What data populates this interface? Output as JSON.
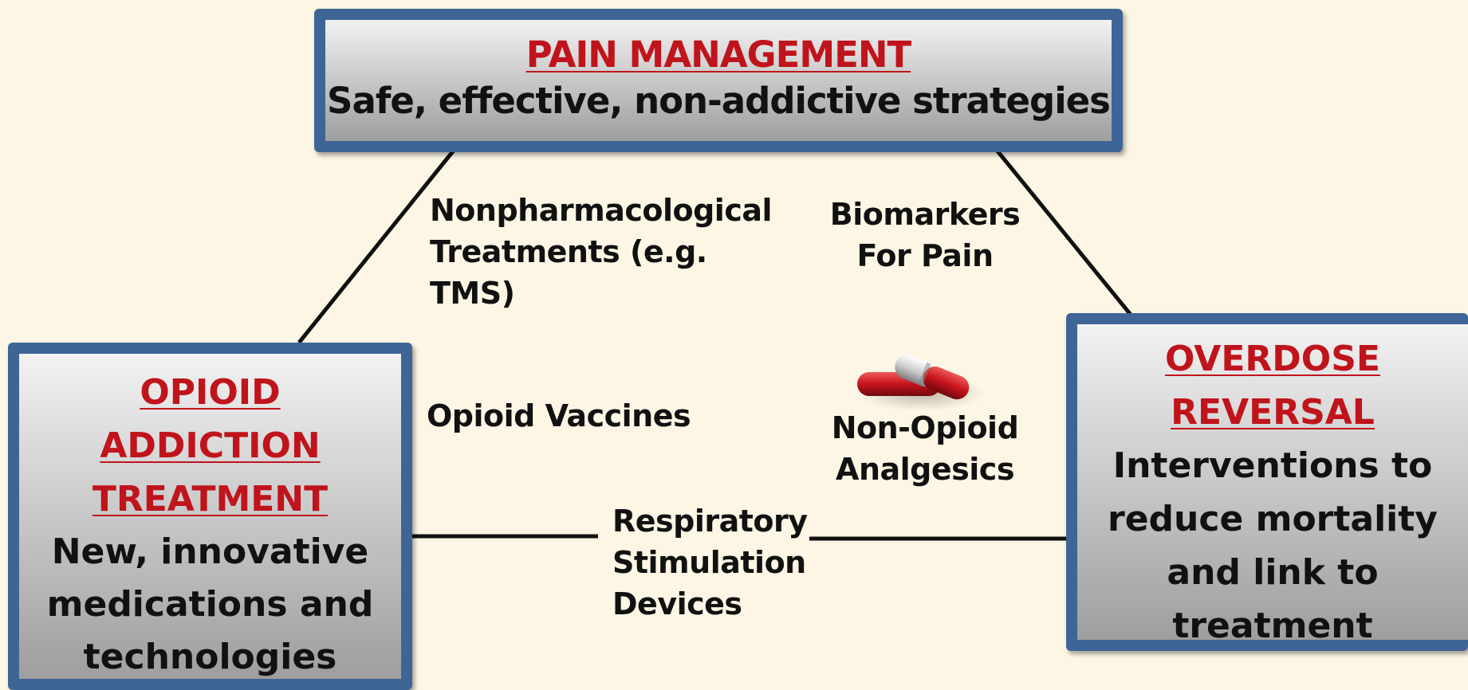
{
  "top_box": {
    "title": "PAIN MANAGEMENT",
    "text": "Safe, effective, non-addictive strategies"
  },
  "left_box": {
    "title": "OPIOID ADDICTION TREATMENT",
    "text": "New, innovative medications and technologies"
  },
  "right_box": {
    "title": "OVERDOSE REVERSAL",
    "text": "Interventions to reduce mortality and link to treatment"
  },
  "labels": {
    "nonpharmacological": "Nonpharmacological Treatments (e.g. TMS)",
    "biomarkers": "Biomarkers For Pain",
    "vaccines": "Opioid Vaccines",
    "non_opioid": "Non-Opioid Analgesics",
    "respiratory": "Respiratory Stimulation Devices"
  },
  "colors": {
    "background": "#fdf6e5",
    "box_border": "#3f6596",
    "title_red": "#c0141c",
    "pill_red": "#c8141c"
  },
  "icons": {
    "pill": "capsule-pills-icon"
  }
}
